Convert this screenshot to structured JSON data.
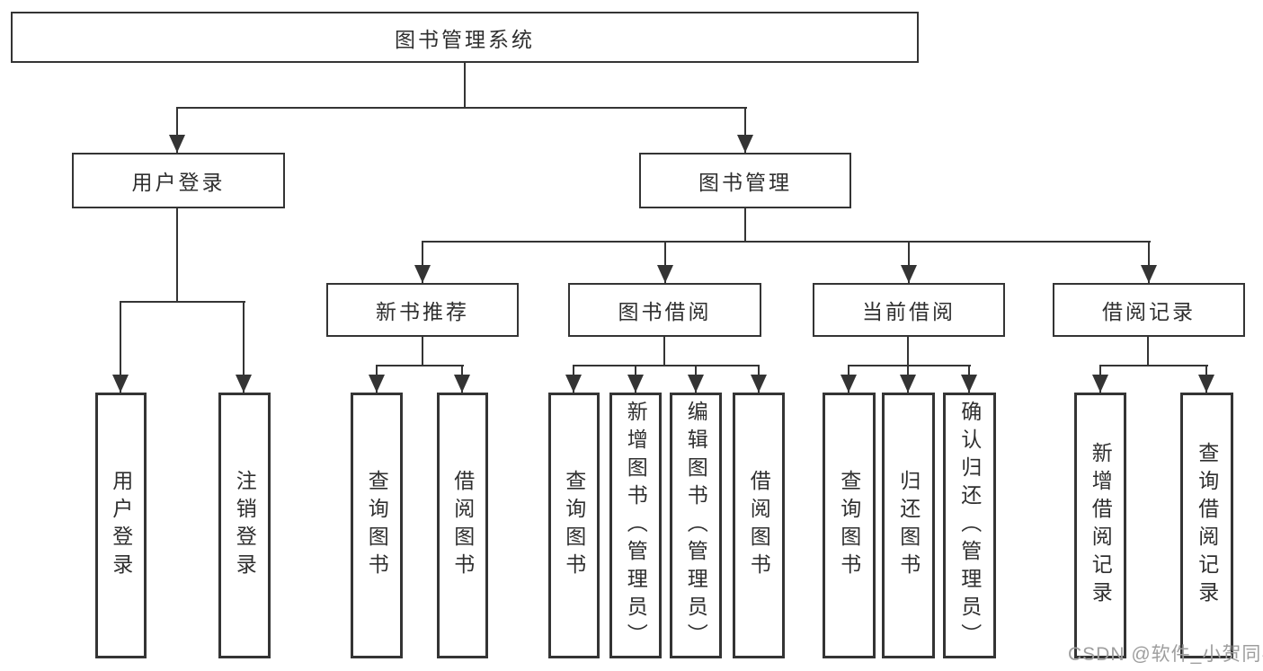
{
  "tree": {
    "root": "图书管理系统",
    "branches": [
      {
        "label": "用户登录",
        "leaves": [
          "用户登录",
          "注销登录"
        ]
      },
      {
        "label": "图书管理",
        "sections": [
          {
            "label": "新书推荐",
            "leaves": [
              "查询图书",
              "借阅图书"
            ]
          },
          {
            "label": "图书借阅",
            "leaves": [
              "查询图书",
              "新增图书（管理员）",
              "编辑图书（管理员）",
              "借阅图书"
            ]
          },
          {
            "label": "当前借阅",
            "leaves": [
              "查询图书",
              "归还图书",
              "确认归还（管理员）"
            ]
          },
          {
            "label": "借阅记录",
            "leaves": [
              "新增借阅记录",
              "查询借阅记录"
            ]
          }
        ]
      }
    ]
  },
  "watermark": "CSDN @软件_小贺同学",
  "colors": {
    "line": "#343434",
    "text": "#2f2f2f",
    "background": "#ffffff",
    "watermark": "#9e9e9e"
  }
}
